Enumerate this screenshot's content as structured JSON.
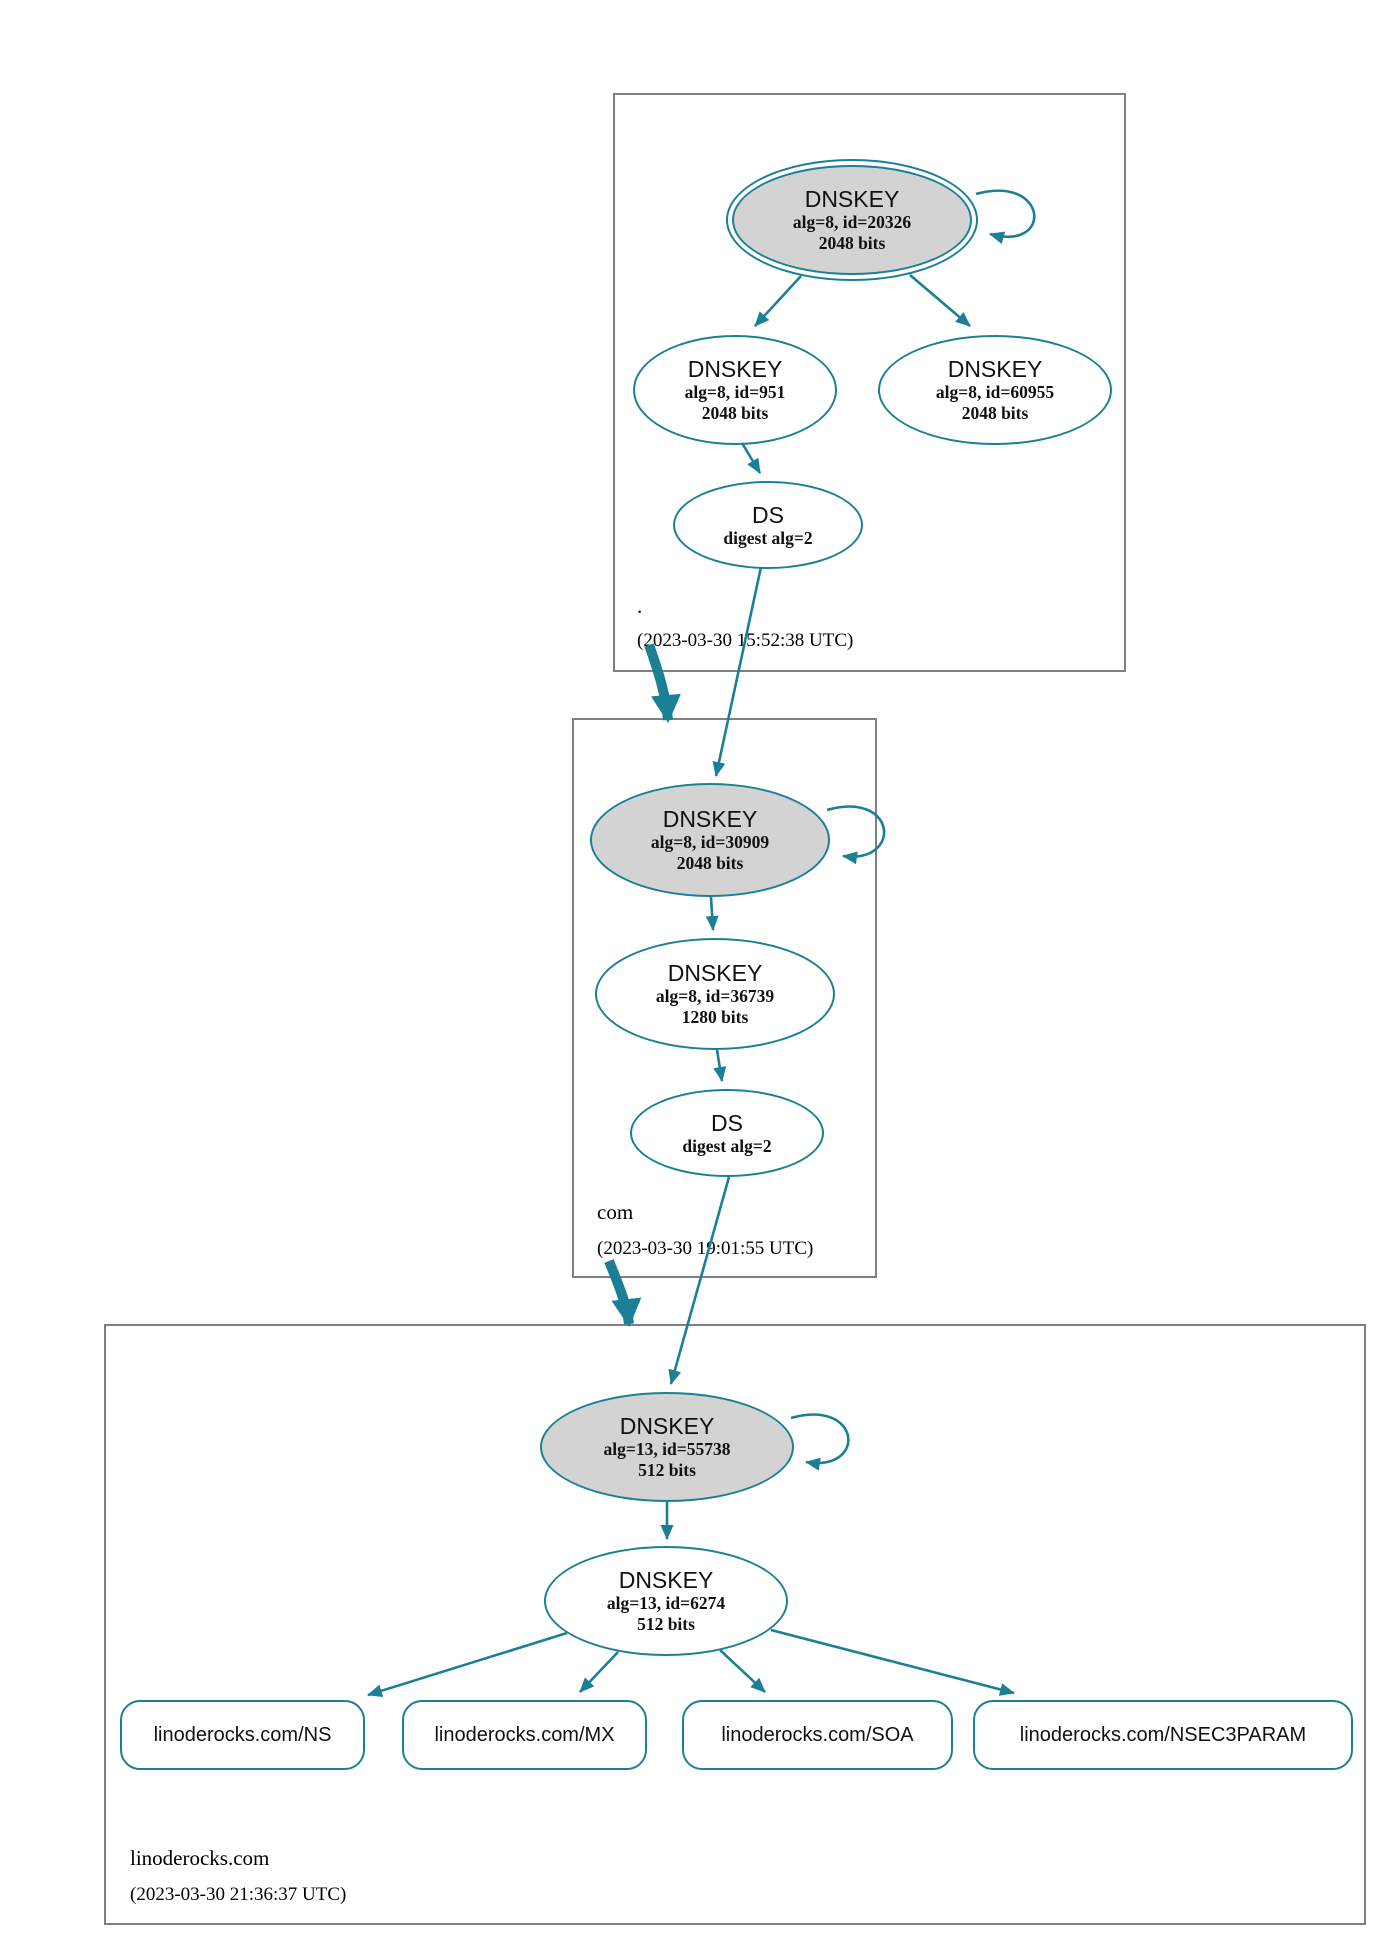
{
  "colors": {
    "accent": "#1b7f96",
    "node_fill_gray": "#d3d3d3",
    "zone_box_border": "#808080"
  },
  "zones": [
    {
      "name": ".",
      "timestamp": "(2023-03-30 15:52:38 UTC)",
      "nodes": {
        "ksk": {
          "type": "DNSKEY",
          "detail1": "alg=8, id=20326",
          "detail2": "2048 bits"
        },
        "zsk1": {
          "type": "DNSKEY",
          "detail1": "alg=8, id=951",
          "detail2": "2048 bits"
        },
        "zsk2": {
          "type": "DNSKEY",
          "detail1": "alg=8, id=60955",
          "detail2": "2048 bits"
        },
        "ds": {
          "type": "DS",
          "detail1": "digest alg=2"
        }
      }
    },
    {
      "name": "com",
      "timestamp": "(2023-03-30 19:01:55 UTC)",
      "nodes": {
        "ksk": {
          "type": "DNSKEY",
          "detail1": "alg=8, id=30909",
          "detail2": "2048 bits"
        },
        "zsk": {
          "type": "DNSKEY",
          "detail1": "alg=8, id=36739",
          "detail2": "1280 bits"
        },
        "ds": {
          "type": "DS",
          "detail1": "digest alg=2"
        }
      }
    },
    {
      "name": "linoderocks.com",
      "timestamp": "(2023-03-30 21:36:37 UTC)",
      "nodes": {
        "ksk": {
          "type": "DNSKEY",
          "detail1": "alg=13, id=55738",
          "detail2": "512 bits"
        },
        "zsk": {
          "type": "DNSKEY",
          "detail1": "alg=13, id=6274",
          "detail2": "512 bits"
        }
      },
      "rrsets": [
        {
          "label": "linoderocks.com/NS"
        },
        {
          "label": "linoderocks.com/MX"
        },
        {
          "label": "linoderocks.com/SOA"
        },
        {
          "label": "linoderocks.com/NSEC3PARAM"
        }
      ]
    }
  ],
  "edges": [
    {
      "from": "root-ksk",
      "to": "root-ksk",
      "kind": "self-sign"
    },
    {
      "from": "root-ksk",
      "to": "root-zsk1",
      "kind": "sign"
    },
    {
      "from": "root-ksk",
      "to": "root-zsk2",
      "kind": "sign"
    },
    {
      "from": "root-zsk1",
      "to": "root-ds",
      "kind": "sign"
    },
    {
      "from": "root-ds",
      "to": "com-ksk",
      "kind": "delegation-ds"
    },
    {
      "from": "root",
      "to": "com",
      "kind": "zone-delegation"
    },
    {
      "from": "com-ksk",
      "to": "com-ksk",
      "kind": "self-sign"
    },
    {
      "from": "com-ksk",
      "to": "com-zsk",
      "kind": "sign"
    },
    {
      "from": "com-zsk",
      "to": "com-ds",
      "kind": "sign"
    },
    {
      "from": "com-ds",
      "to": "linoderocks-ksk",
      "kind": "delegation-ds"
    },
    {
      "from": "com",
      "to": "linoderocks.com",
      "kind": "zone-delegation"
    },
    {
      "from": "linoderocks-ksk",
      "to": "linoderocks-ksk",
      "kind": "self-sign"
    },
    {
      "from": "linoderocks-ksk",
      "to": "linoderocks-zsk",
      "kind": "sign"
    },
    {
      "from": "linoderocks-zsk",
      "to": "rrset-ns",
      "kind": "sign"
    },
    {
      "from": "linoderocks-zsk",
      "to": "rrset-mx",
      "kind": "sign"
    },
    {
      "from": "linoderocks-zsk",
      "to": "rrset-soa",
      "kind": "sign"
    },
    {
      "from": "linoderocks-zsk",
      "to": "rrset-nsec3param",
      "kind": "sign"
    }
  ]
}
